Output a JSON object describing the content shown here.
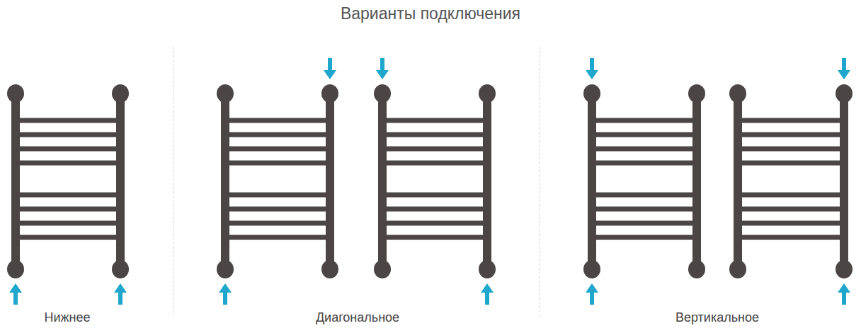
{
  "diagram": {
    "title": "Варианты подключения",
    "labels": [
      "Нижнее",
      "Диагональное",
      "Вертикальное"
    ]
  }
}
